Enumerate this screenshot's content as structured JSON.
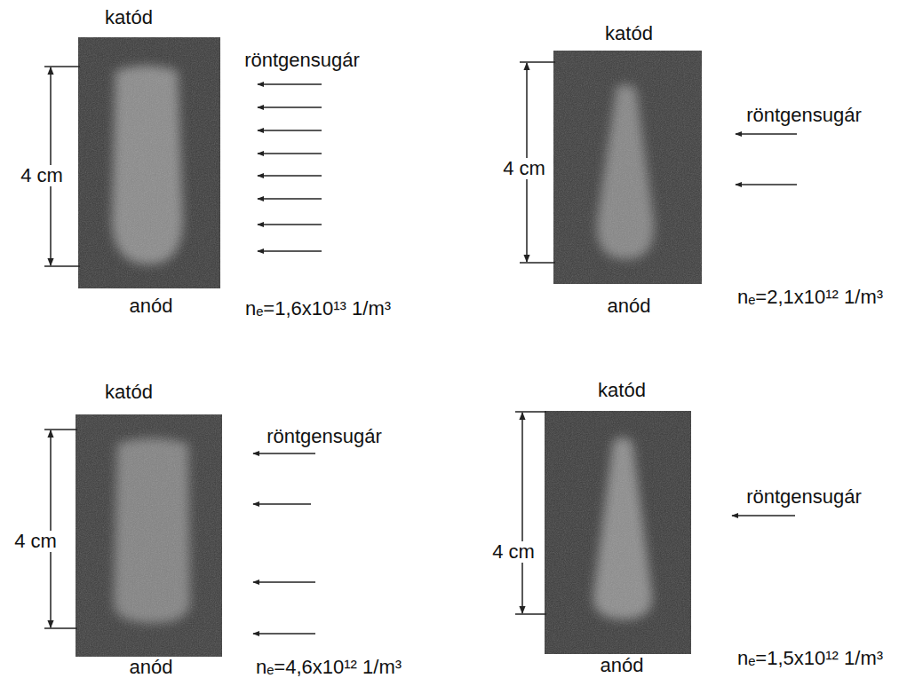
{
  "diagram": {
    "labels": [
      "katód",
      "röntgensugár",
      "4 cm",
      "anód",
      "nₑ=1,6x10¹³ 1/m³",
      "katód",
      "röntgensugár",
      "4 cm",
      "anód",
      "nₑ=2,1x10¹² 1/m³",
      "katód",
      "röntgensugár",
      "4 cm",
      "anód",
      "nₑ=4,6x10¹² 1/m³",
      "katód",
      "röntgensugár",
      "4 cm",
      "anód",
      "nₑ=1,5x10¹² 1/m³"
    ]
  }
}
